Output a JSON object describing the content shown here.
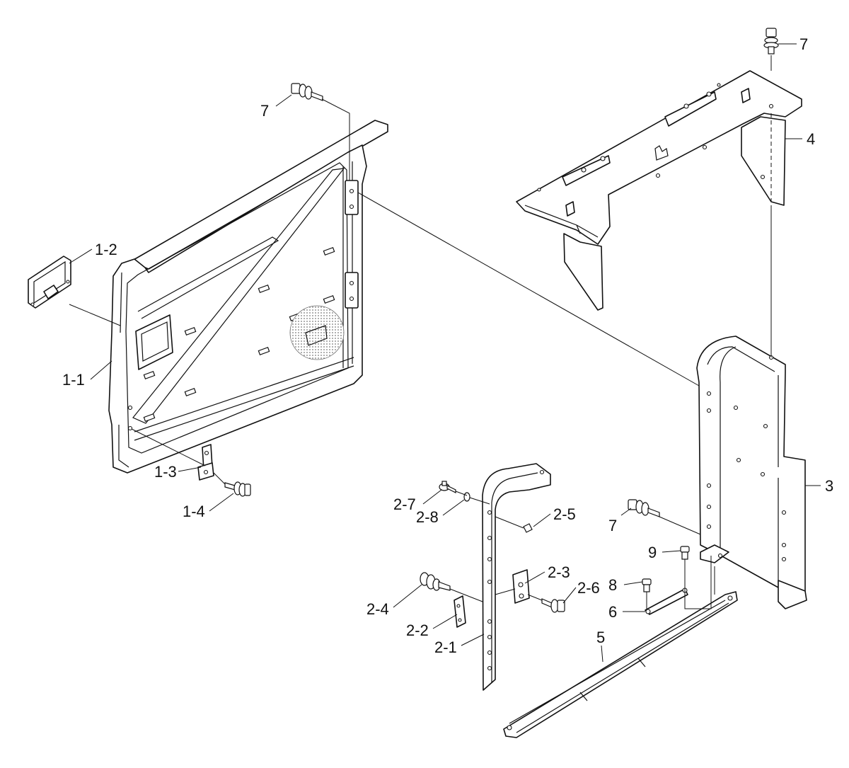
{
  "callouts": {
    "c1_1": "1-1",
    "c1_2": "1-2",
    "c1_3": "1-3",
    "c1_4": "1-4",
    "c2_1": "2-1",
    "c2_2": "2-2",
    "c2_3": "2-3",
    "c2_4": "2-4",
    "c2_5": "2-5",
    "c2_6": "2-6",
    "c2_7": "2-7",
    "c2_8": "2-8",
    "c3": "3",
    "c4": "4",
    "c5": "5",
    "c6": "6",
    "c7_top": "7",
    "c7_left": "7",
    "c7_mid": "7",
    "c8": "8",
    "c9": "9"
  },
  "colors": {
    "line": "#111111",
    "highlight": "#bdbdbd"
  }
}
